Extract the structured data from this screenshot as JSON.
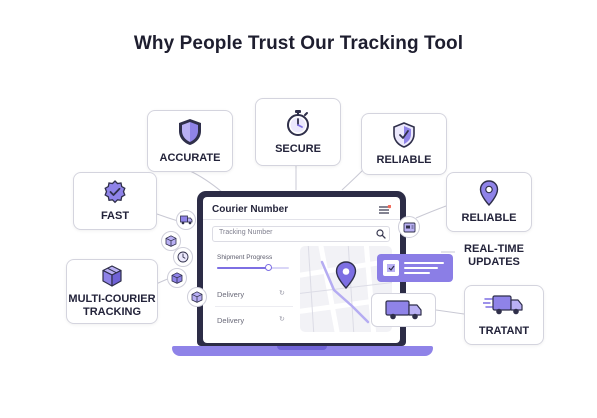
{
  "title": "Why People Trust Our Tracking Tool",
  "features": {
    "accurate": {
      "label": "ACCURATE",
      "icon": "shield-icon"
    },
    "secure": {
      "label": "SECURE",
      "icon": "stopwatch-icon"
    },
    "reliable_top": {
      "label": "RELIABLE",
      "icon": "shield-check-icon"
    },
    "fast": {
      "label": "FAST",
      "icon": "badge-check-icon"
    },
    "reliable_right": {
      "label": "RELIABLE",
      "icon": "location-pin-icon"
    },
    "realtime": {
      "label_line1": "REAL-TIME",
      "label_line2": "UPDATES"
    },
    "multi_courier": {
      "label_line1": "MULTI-COURIER",
      "label_line2": "TRACKING",
      "icon": "boxes-icon"
    },
    "tratant": {
      "label": "TRATANT",
      "icon": "delivery-truck-icon"
    }
  },
  "app": {
    "header_title": "Courier Number",
    "search_placeholder": "Tracking Number",
    "progress_label": "Shipment Progress",
    "progress_value": 0.72,
    "delivery_rows": [
      {
        "label": "Delivery"
      },
      {
        "label": "Delivery"
      }
    ]
  },
  "colors": {
    "accent": "#7d6fe3",
    "accent_light": "#b5acf2",
    "dark": "#2c2c46",
    "notification": "#f06a5a"
  }
}
